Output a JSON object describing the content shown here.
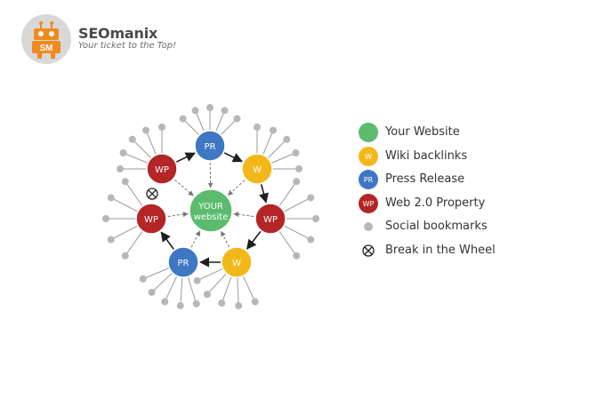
{
  "brand": {
    "name": "SEOmanix",
    "tagline": "Your ticket to the Top!",
    "logo_text": "SM"
  },
  "colors": {
    "website": "#5cbb6d",
    "wiki": "#f2b81a",
    "press": "#3e78c4",
    "wp": "#b42525",
    "bookmark": "#b7b7b7",
    "arrow": "#1e1e1e",
    "dashed": "#777777",
    "logo": "#f08a1e"
  },
  "diagram": {
    "center": {
      "type": "website",
      "label_lines": [
        "YOUR",
        "website"
      ]
    },
    "nodes": [
      {
        "id": "pr_top",
        "type": "press",
        "label": "PR"
      },
      {
        "id": "w_right",
        "type": "wiki",
        "label": "W"
      },
      {
        "id": "wp_right",
        "type": "wp",
        "label": "WP"
      },
      {
        "id": "w_bottom",
        "type": "wiki",
        "label": "W"
      },
      {
        "id": "pr_bottom",
        "type": "press",
        "label": "PR"
      },
      {
        "id": "wp_left",
        "type": "wp",
        "label": "WP"
      },
      {
        "id": "wp_topleft",
        "type": "wp",
        "label": "WP"
      }
    ],
    "wheel_links": [
      {
        "from": "pr_top",
        "to": "w_right"
      },
      {
        "from": "w_right",
        "to": "wp_right"
      },
      {
        "from": "wp_right",
        "to": "w_bottom"
      },
      {
        "from": "w_bottom",
        "to": "pr_bottom"
      },
      {
        "from": "pr_bottom",
        "to": "wp_left"
      },
      {
        "from": "wp_topleft",
        "to": "pr_top"
      }
    ],
    "break_marker": {
      "between": [
        "wp_left",
        "wp_topleft"
      ]
    },
    "bookmarks_per_node": 5
  },
  "legend": [
    {
      "type": "website",
      "marker_text": "",
      "label": "Your Website"
    },
    {
      "type": "wiki",
      "marker_text": "W",
      "label": "Wiki backlinks"
    },
    {
      "type": "press",
      "marker_text": "PR",
      "label": "Press Release"
    },
    {
      "type": "wp",
      "marker_text": "WP",
      "label": "Web 2.0 Property"
    },
    {
      "type": "bookmark",
      "marker_text": "",
      "label": "Social bookmarks"
    },
    {
      "type": "break",
      "marker_text": "",
      "label": "Break in the Wheel"
    }
  ]
}
